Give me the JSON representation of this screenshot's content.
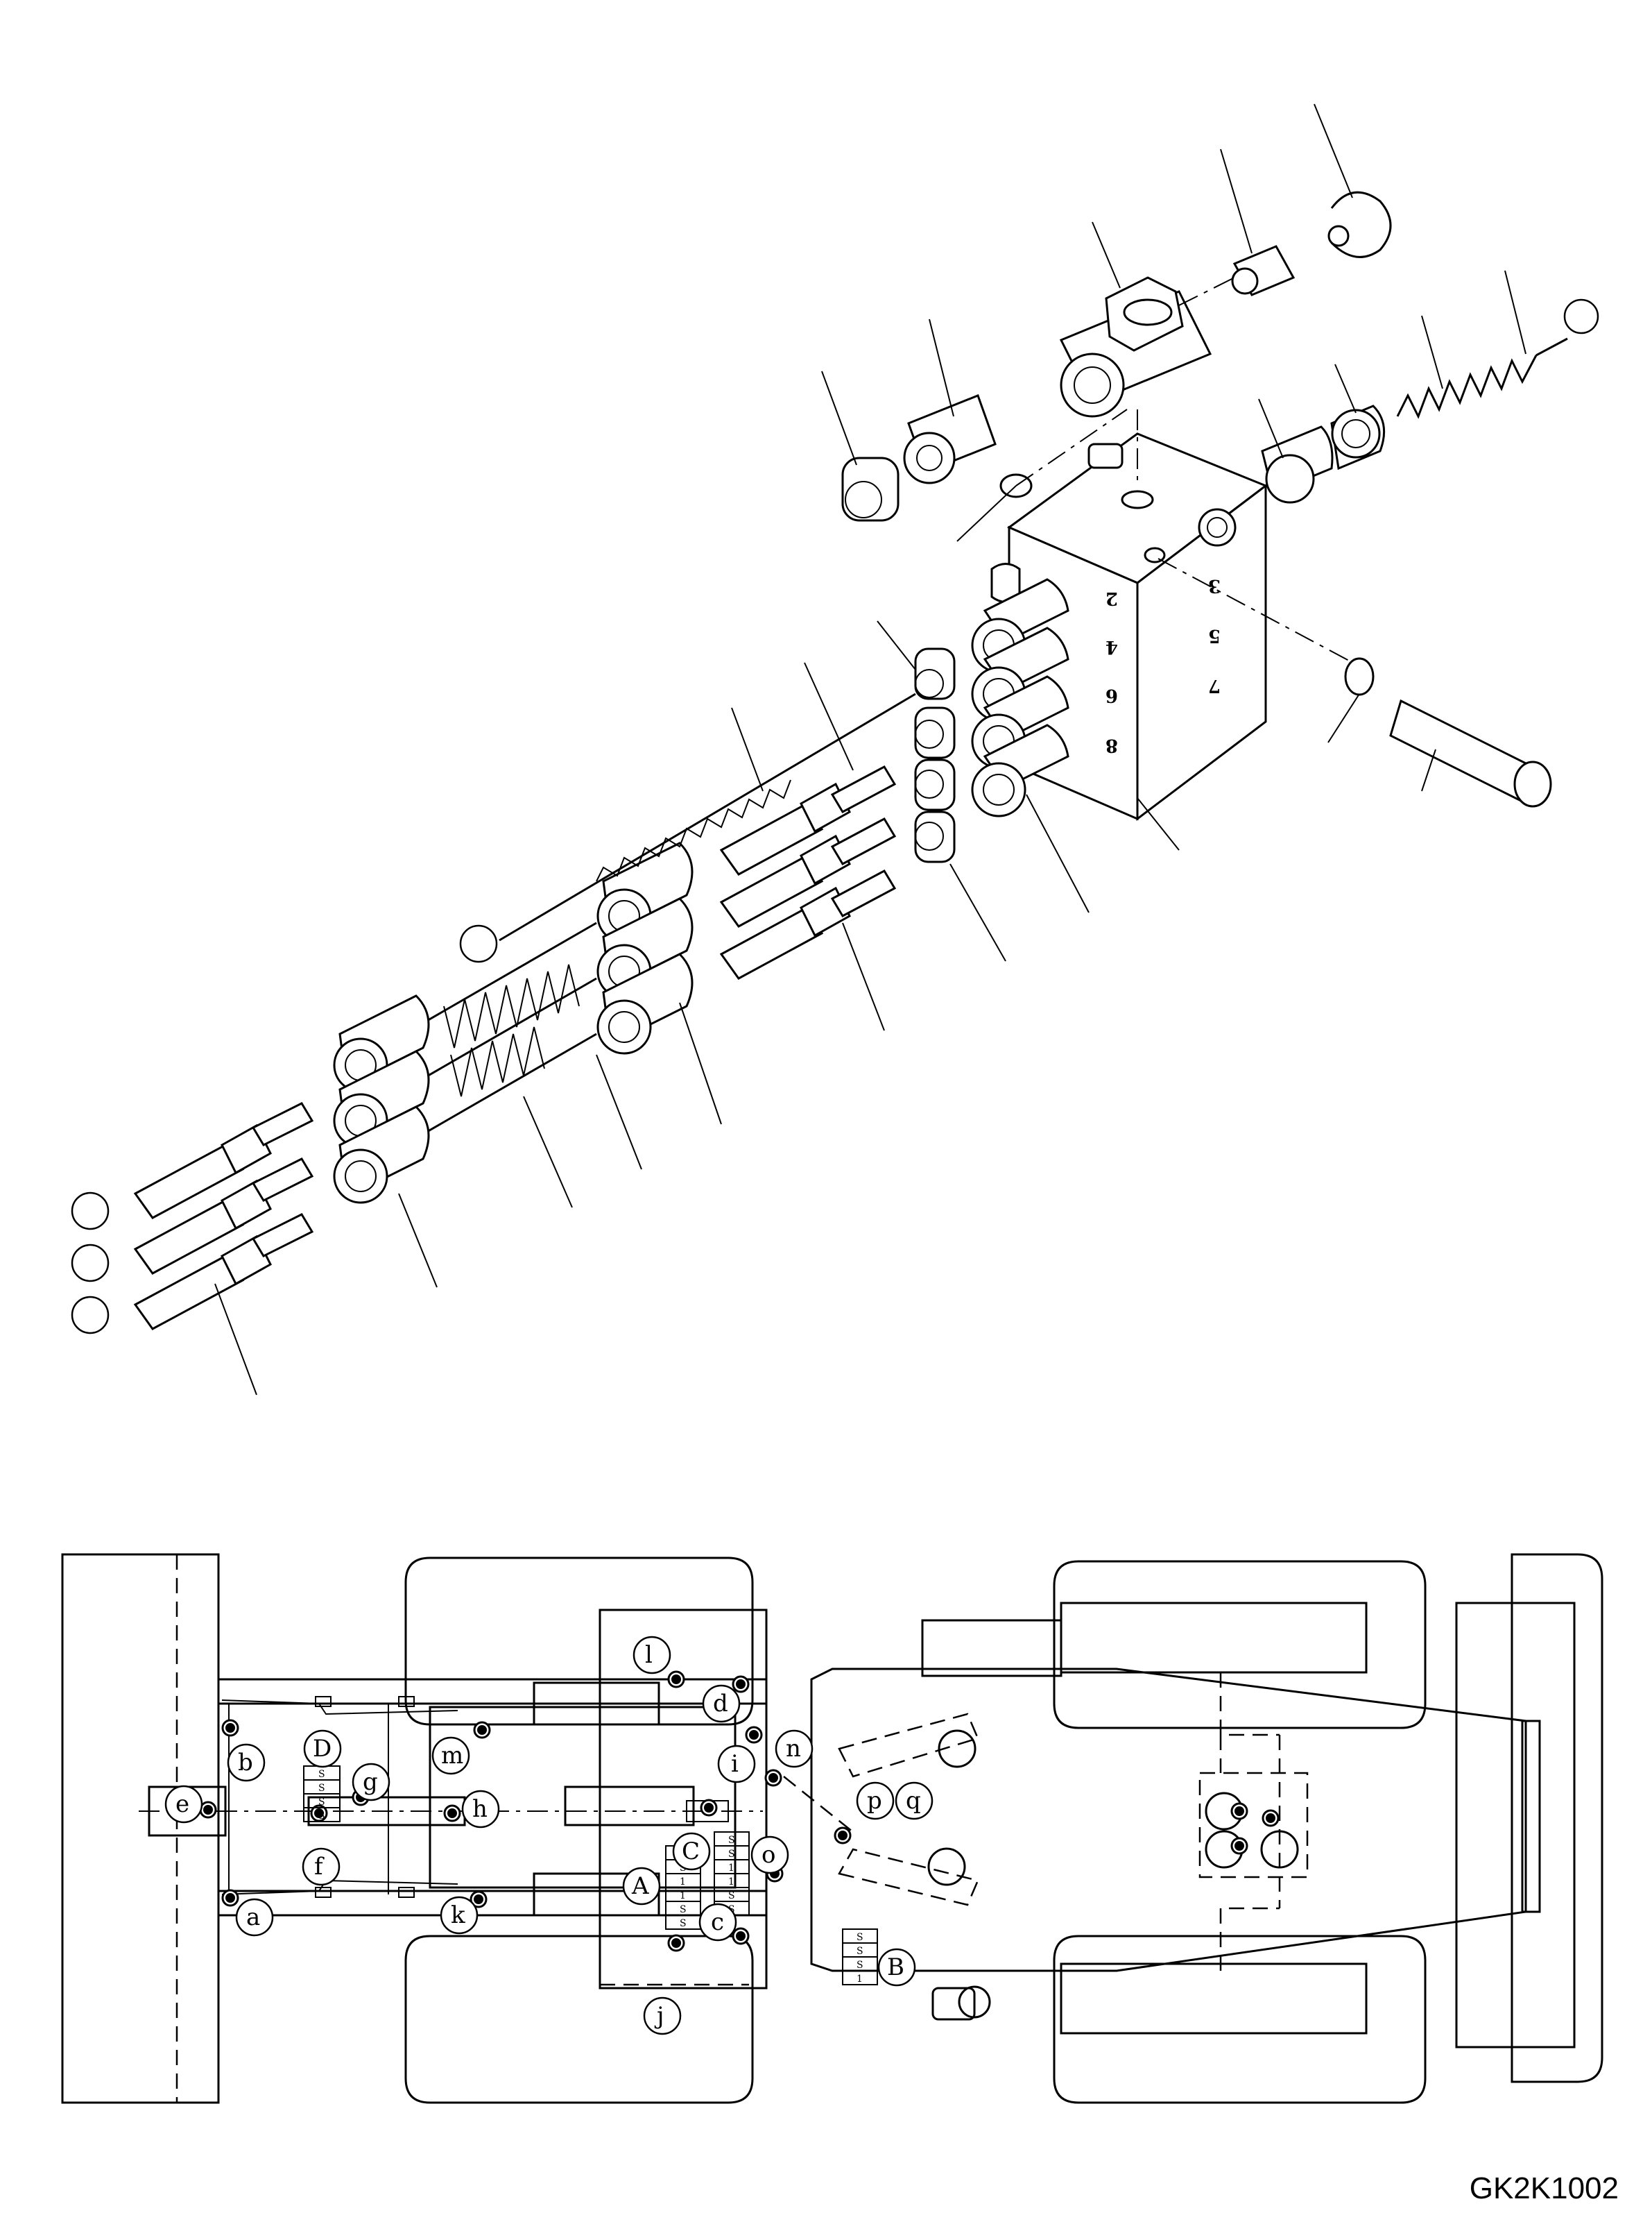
{
  "drawing_code": "GK2K1002",
  "block_outlet_numbers": [
    "2",
    "4",
    "6",
    "8",
    "3",
    "5",
    "7"
  ],
  "chassis_labels": [
    "l",
    "d",
    "b",
    "D",
    "m",
    "n",
    "i",
    "g",
    "e",
    "h",
    "f",
    "C",
    "A",
    "p",
    "q",
    "o",
    "a",
    "k",
    "c",
    "B",
    "j"
  ],
  "grease_block_labels": {
    "D": [
      "S",
      "S",
      "S",
      "S"
    ],
    "A": [
      "S",
      "S",
      "1",
      "1",
      "S",
      "S"
    ],
    "C": [
      "S",
      "S",
      "1",
      "1",
      "S",
      "S"
    ],
    "B": [
      "S",
      "S",
      "S",
      "1"
    ]
  }
}
